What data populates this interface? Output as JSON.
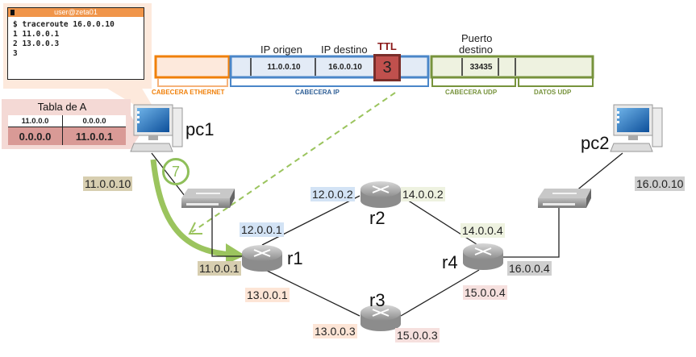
{
  "terminal": {
    "title": "user@zeta01",
    "lines": [
      "$ traceroute 16.0.0.10",
      "1 11.0.0.1",
      "2 13.0.0.3",
      "3"
    ]
  },
  "routing_table": {
    "title": "Tabla de A",
    "header": [
      "11.0.0.0",
      "0.0.0.0"
    ],
    "row": [
      "0.0.0.0",
      "11.0.0.1"
    ]
  },
  "packet": {
    "ip_origen_label": "IP origen",
    "ip_destino_label": "IP destino",
    "ttl_label": "TTL",
    "puerto_destino_label_1": "Puerto",
    "puerto_destino_label_2": "destino",
    "ip_origen": "11.0.0.10",
    "ip_destino": "16.0.0.10",
    "ttl": "3",
    "puerto_destino": "33435",
    "sections": {
      "ethernet": "CABECERA ETHERNET",
      "ip": "CABECERA IP",
      "udp": "CABECERA UDP",
      "datos": "DATOS UDP"
    }
  },
  "colors": {
    "ethernet": "#f0800a",
    "ip": "#4a86c8",
    "udp": "#77933c",
    "ttl": "#c0504d",
    "arrow": "#9bc45e"
  },
  "step": "7",
  "nodes": {
    "pc1": "pc1",
    "pc2": "pc2",
    "r1": "r1",
    "r2": "r2",
    "r3": "r3",
    "r4": "r4"
  },
  "ips": {
    "pc1": "11.0.0.10",
    "r1_a": "11.0.0.1",
    "r1_b": "12.0.0.1",
    "r1_c": "13.0.0.1",
    "r2_a": "12.0.0.2",
    "r2_b": "14.0.0.2",
    "r3_a": "13.0.0.3",
    "r3_b": "15.0.0.3",
    "r4_a": "14.0.0.4",
    "r4_b": "15.0.0.4",
    "r4_c": "16.0.0.4",
    "pc2": "16.0.0.10"
  }
}
